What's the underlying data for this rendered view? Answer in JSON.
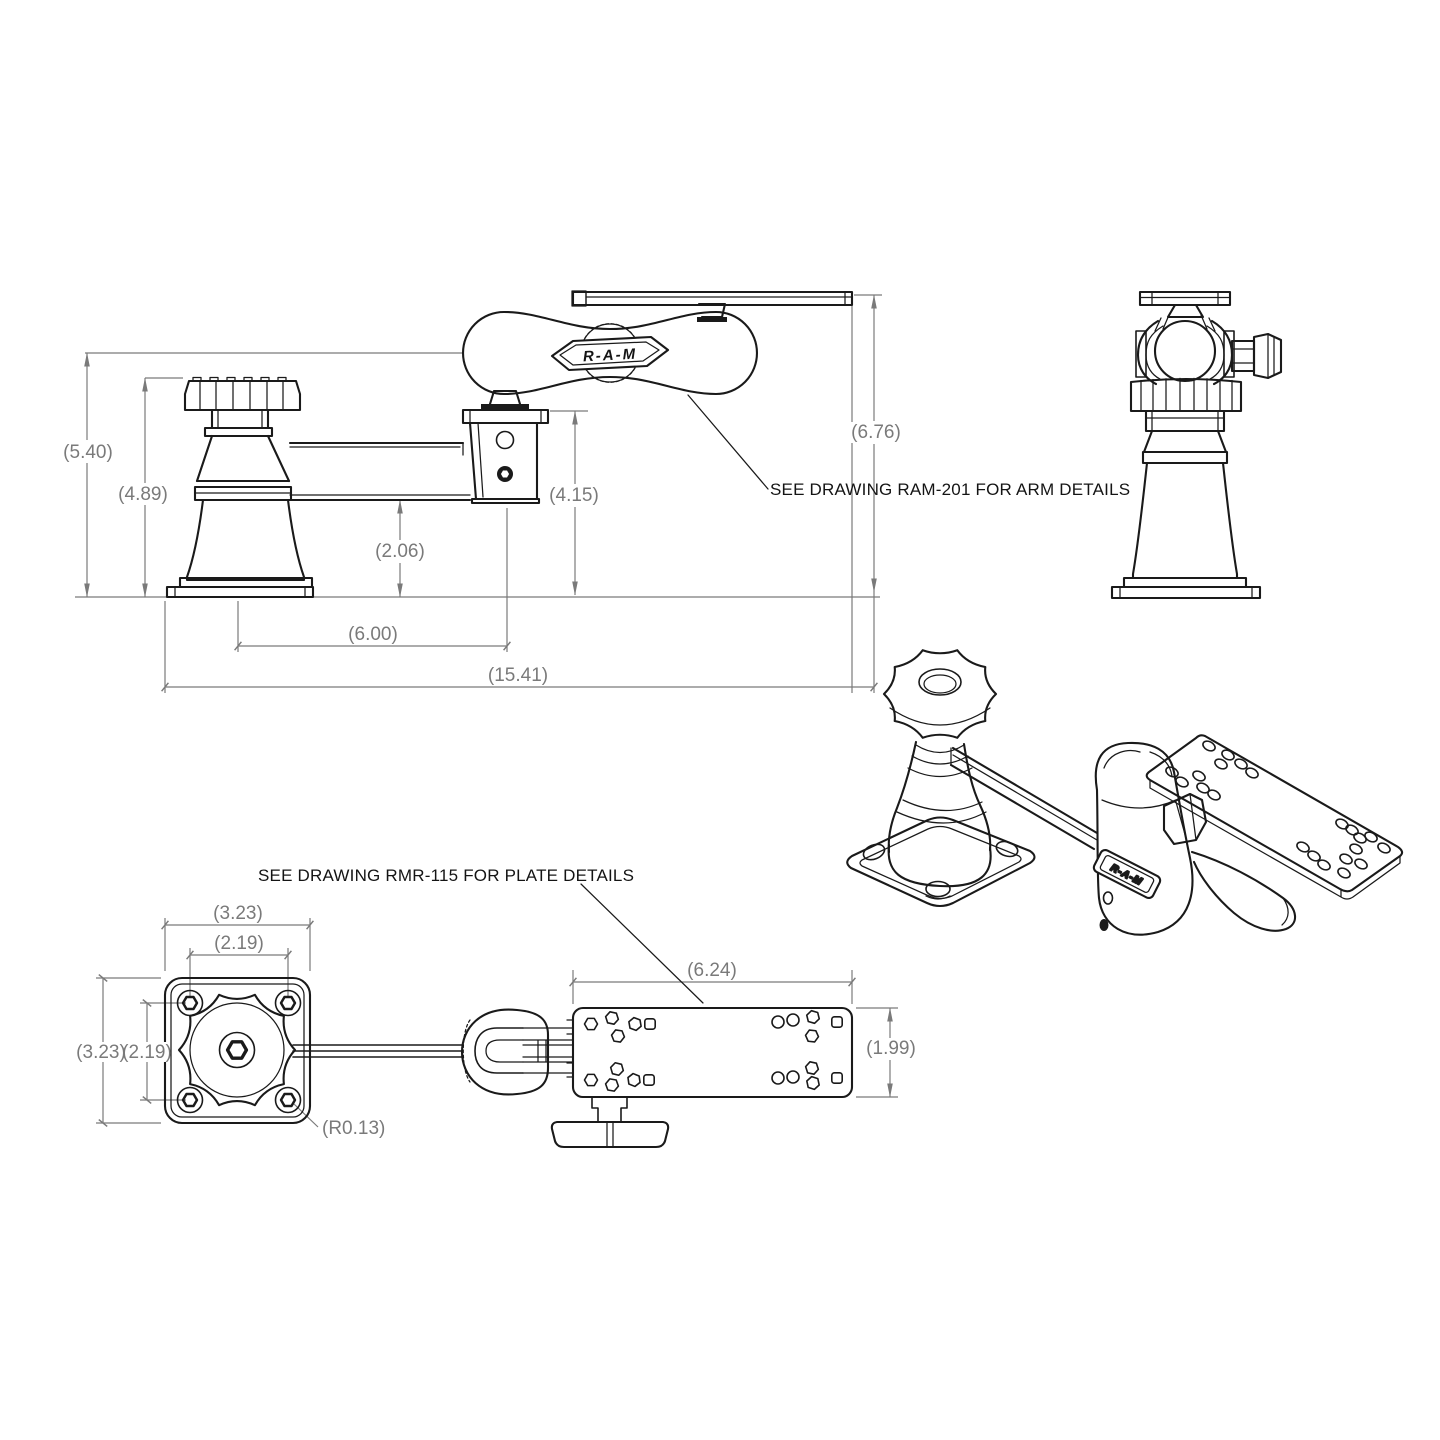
{
  "drawing": {
    "logo": "R-A-M",
    "notes": {
      "arm": "SEE DRAWING RAM-201 FOR ARM DETAILS",
      "plate": "SEE DRAWING RMR-115 FOR PLATE DETAILS"
    },
    "dims": {
      "side": {
        "overall_height": "(5.40)",
        "knob_height": "(4.89)",
        "arm_clearance": "(2.06)",
        "elbow_height": "(4.15)",
        "arm_reach": "(6.00)",
        "overall_length": "(15.41)",
        "plate_top_height": "(6.76)"
      },
      "plan": {
        "base_width": "(3.23)",
        "hole_spacing_w": "(2.19)",
        "base_depth": "(3.23)",
        "hole_spacing_d": "(2.19)",
        "corner_radius": "(R0.13)",
        "plate_length": "(6.24)",
        "plate_width": "(1.99)"
      }
    },
    "colors": {
      "outline": "#1a1a1a",
      "dimension": "#7a7a7a",
      "background": "#ffffff"
    }
  }
}
